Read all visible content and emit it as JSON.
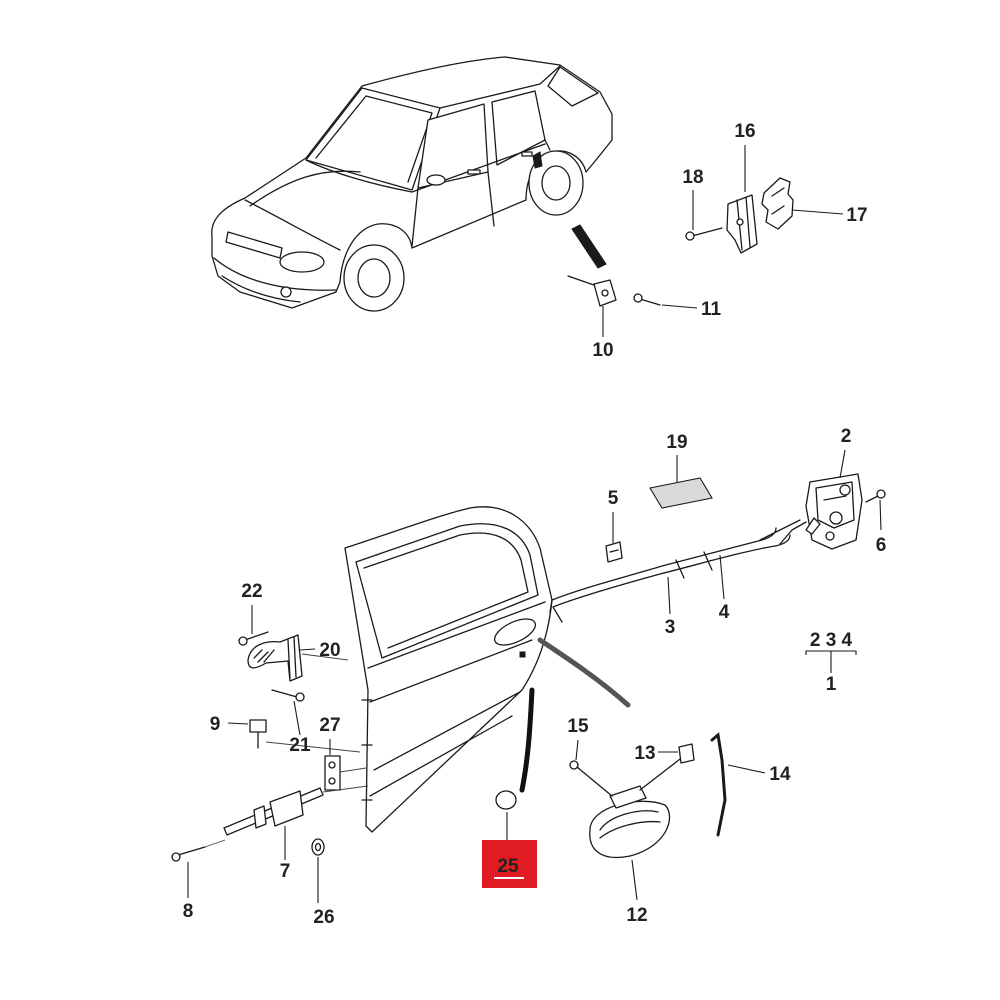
{
  "diagram": {
    "callouts": {
      "p1": "1",
      "p2": "2",
      "p3": "3",
      "p4": "4",
      "p5": "5",
      "p6": "6",
      "p7": "7",
      "p8": "8",
      "p9": "9",
      "p10": "10",
      "p11": "11",
      "p12": "12",
      "p13": "13",
      "p14": "14",
      "p15": "15",
      "p16": "16",
      "p17": "17",
      "p18": "18",
      "p19": "19",
      "p20": "20",
      "p21": "21",
      "p22": "22",
      "p25": "25",
      "p26": "26",
      "p27": "27"
    },
    "group_label": "2 3 4",
    "highlight_color": "#e01b24",
    "line_color": "#1a1a1a"
  }
}
